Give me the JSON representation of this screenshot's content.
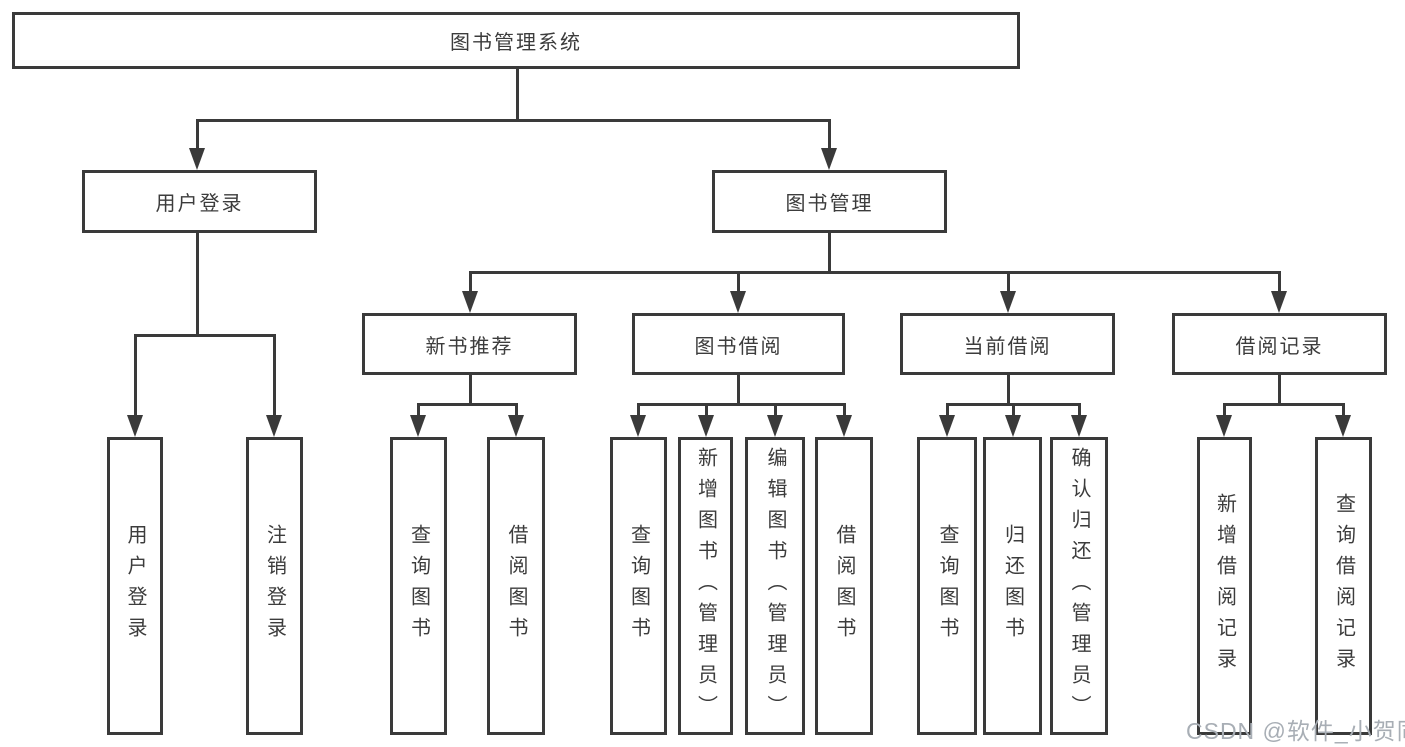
{
  "diagram": {
    "type": "hierarchy-tree",
    "colors": {
      "line": "#3a3a3a",
      "text": "#3c3c3c",
      "background": "#ffffff",
      "watermark": "#a8aeb5"
    },
    "nodes": {
      "root": {
        "label": "图书管理系统"
      },
      "user_login": {
        "label": "用户登录"
      },
      "book_mgmt": {
        "label": "图书管理"
      },
      "new_book_rec": {
        "label": "新书推荐"
      },
      "book_borrow": {
        "label": "图书借阅"
      },
      "current_borrow": {
        "label": "当前借阅"
      },
      "borrow_record": {
        "label": "借阅记录"
      },
      "leaf_user_login": {
        "label": "用户登录"
      },
      "leaf_logout": {
        "label": "注销登录"
      },
      "leaf_query_book_1": {
        "label": "查询图书"
      },
      "leaf_borrow_book_1": {
        "label": "借阅图书"
      },
      "leaf_query_book_2": {
        "label": "查询图书"
      },
      "leaf_add_book": {
        "label": "新增图书（管理员）"
      },
      "leaf_edit_book": {
        "label": "编辑图书（管理员）"
      },
      "leaf_borrow_book_2": {
        "label": "借阅图书"
      },
      "leaf_query_book_3": {
        "label": "查询图书"
      },
      "leaf_return_book": {
        "label": "归还图书"
      },
      "leaf_confirm_return": {
        "label": "确认归还（管理员）"
      },
      "leaf_add_record": {
        "label": "新增借阅记录"
      },
      "leaf_query_record": {
        "label": "查询借阅记录"
      }
    },
    "watermark": "CSDN @软件_小贺同学"
  }
}
